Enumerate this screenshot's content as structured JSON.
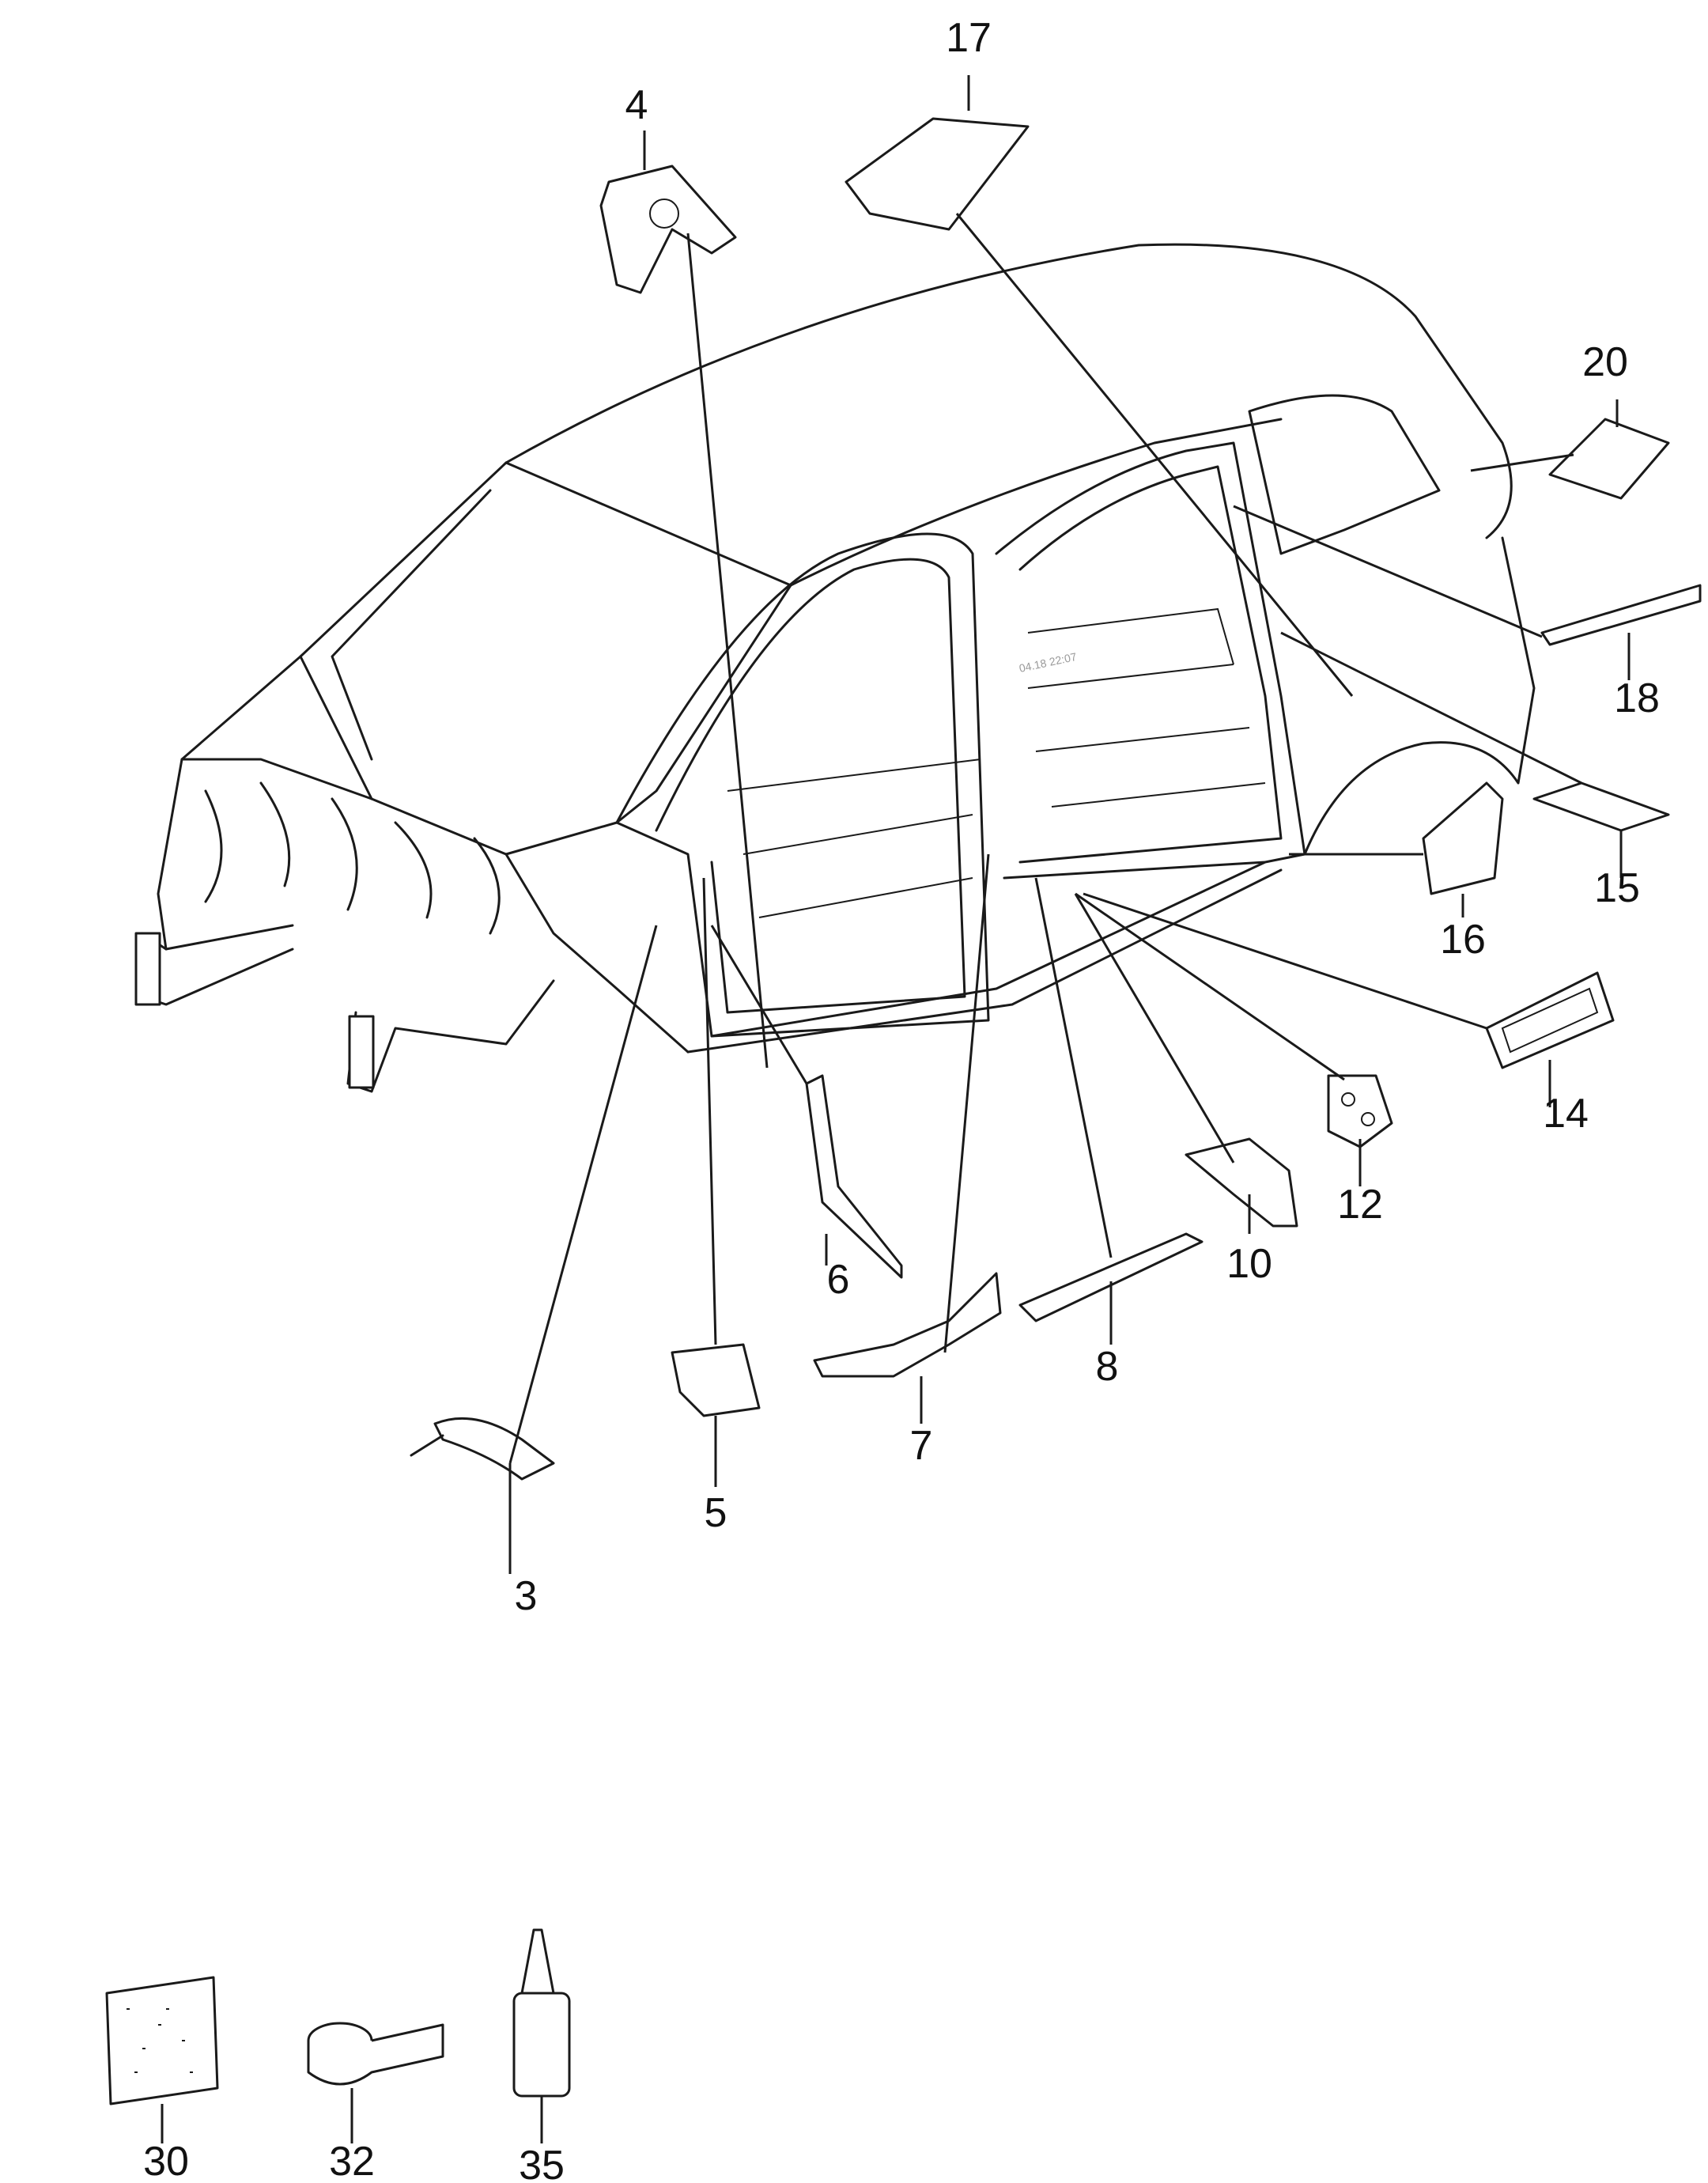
{
  "callouts": [
    "3",
    "4",
    "5",
    "6",
    "7",
    "8",
    "10",
    "12",
    "14",
    "15",
    "16",
    "17",
    "18",
    "20",
    "30",
    "32",
    "35"
  ],
  "watermark": "04.18 22:07"
}
